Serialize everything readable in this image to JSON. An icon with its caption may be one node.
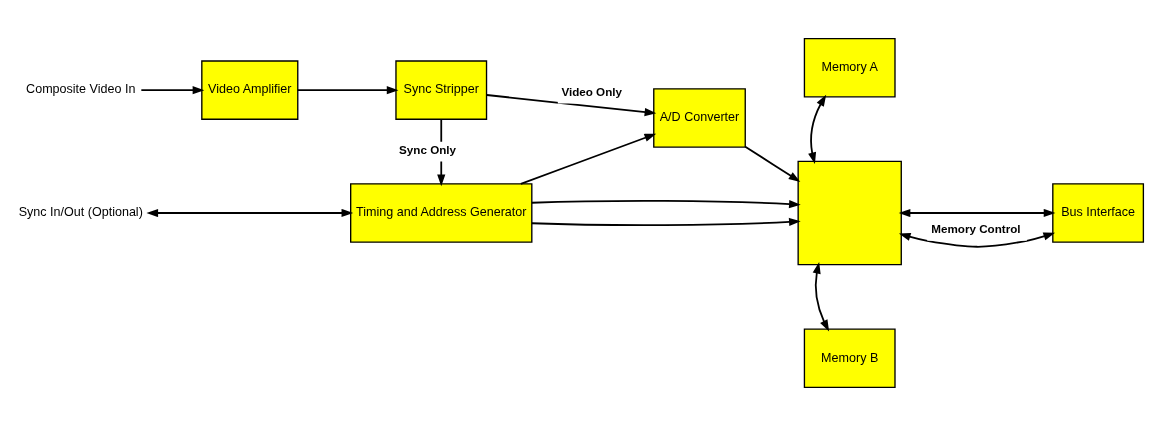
{
  "diagram": {
    "nodes": [
      {
        "text": [
          "Composite Video In"
        ]
      },
      {
        "text": [
          "Video Amplifier"
        ]
      },
      {
        "text": [
          "Sync Stripper"
        ]
      },
      {
        "text": [
          "A/D Converter"
        ]
      },
      {
        "text": [],
        "shape": "box"
      },
      {
        "text": [
          "Memory A"
        ]
      },
      {
        "text": [
          "Memory B"
        ]
      },
      {
        "text": [
          "Bus Interface"
        ]
      },
      {
        "text": [
          "Timing and Address Generator"
        ]
      },
      {
        "text": [
          "Sync In/Out (Optional)"
        ]
      }
    ],
    "edges": [
      {
        "from": 0,
        "to": 1,
        "arrow": "to"
      },
      {
        "from": 1,
        "to": 2,
        "arrow": "to"
      },
      {
        "from": 2,
        "to": 3,
        "arrow": "to",
        "label": "Video Only"
      },
      {
        "from": 2,
        "to": 8,
        "arrow": "to",
        "label": "Sync Only"
      },
      {
        "from": 9,
        "to": 8,
        "arrow": "both"
      },
      {
        "from": 8,
        "to": 3,
        "arrow": "to"
      },
      {
        "from": 3,
        "to": 4,
        "arrow": "to"
      },
      {
        "from": 8,
        "to": 4,
        "arrow": "to"
      },
      {
        "from": 8,
        "to": 4,
        "arrow": "to"
      },
      {
        "from": 4,
        "to": 5,
        "arrow": "both"
      },
      {
        "from": 4,
        "to": 6,
        "arrow": "both"
      },
      {
        "from": 4,
        "to": 7,
        "arrow": "both"
      },
      {
        "from": 4,
        "to": 7,
        "arrow": "both",
        "label": "Memory Control"
      }
    ]
  }
}
